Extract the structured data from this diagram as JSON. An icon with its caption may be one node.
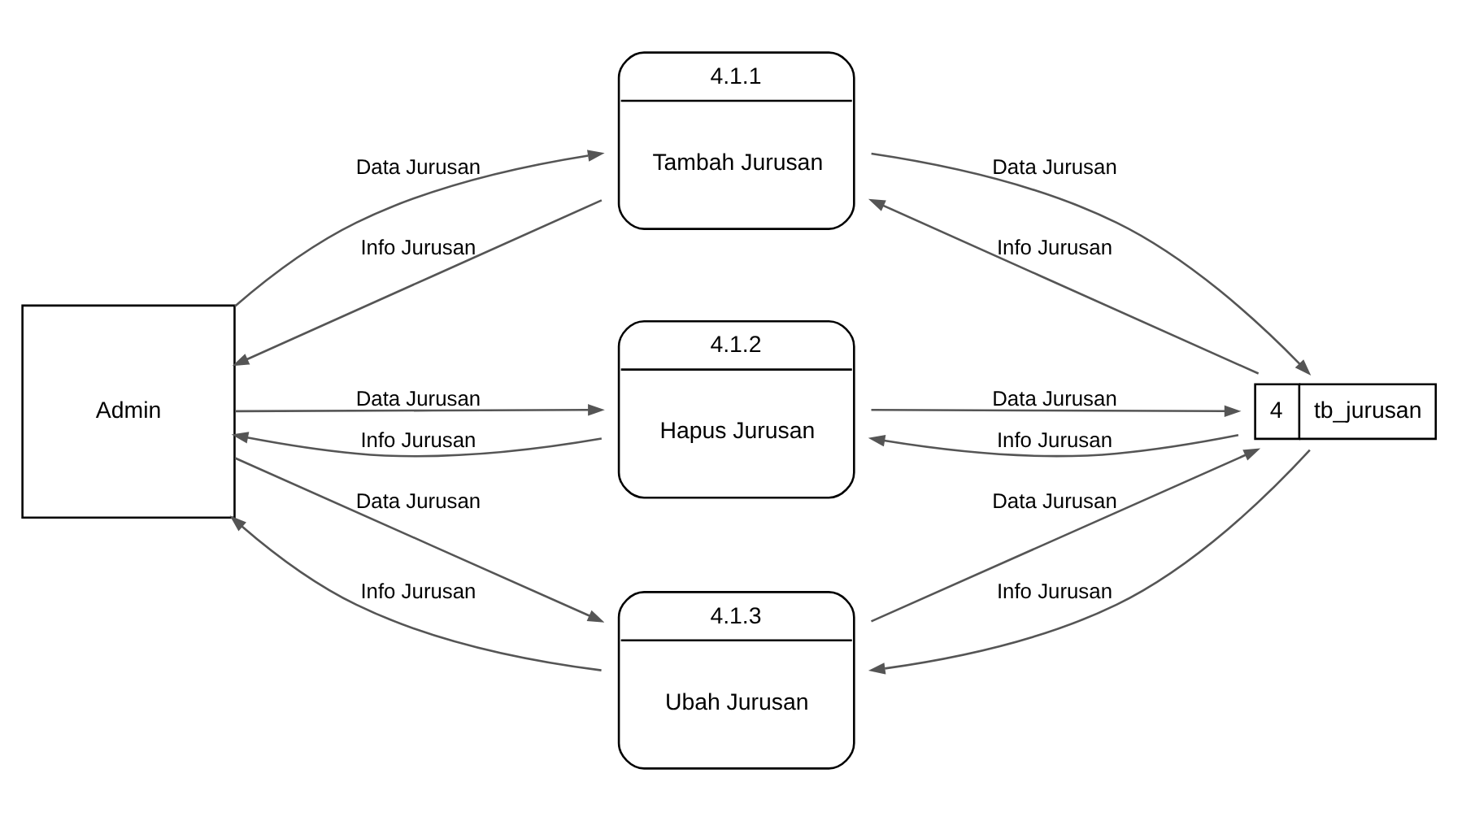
{
  "diagram": {
    "nodes": [
      {
        "text": [
          "Admin"
        ]
      },
      {
        "text": [
          "4.1.1",
          "Tambah Jurusan"
        ]
      },
      {
        "text": [
          "4.1.2",
          "Hapus Jurusan"
        ]
      },
      {
        "text": [
          "4.1.3",
          "Ubah Jurusan"
        ]
      },
      {
        "text": [
          "4",
          "tb_jurusan"
        ]
      }
    ],
    "edges": [
      {
        "from": 0,
        "to": 1,
        "arrow": "to",
        "label": "Data Jurusan"
      },
      {
        "from": 1,
        "to": 0,
        "arrow": "to",
        "label": "Info Jurusan"
      },
      {
        "from": 1,
        "to": 4,
        "arrow": "to",
        "label": "Data Jurusan"
      },
      {
        "from": 4,
        "to": 1,
        "arrow": "to",
        "label": "Info Jurusan"
      },
      {
        "from": 0,
        "to": 2,
        "arrow": "to",
        "label": "Data Jurusan"
      },
      {
        "from": 2,
        "to": 0,
        "arrow": "to",
        "label": "Info Jurusan"
      },
      {
        "from": 2,
        "to": 4,
        "arrow": "to",
        "label": "Data Jurusan"
      },
      {
        "from": 4,
        "to": 2,
        "arrow": "to",
        "label": "Info Jurusan"
      },
      {
        "from": 0,
        "to": 3,
        "arrow": "to",
        "label": "Data Jurusan"
      },
      {
        "from": 3,
        "to": 0,
        "arrow": "to",
        "label": "Info Jurusan"
      },
      {
        "from": 3,
        "to": 4,
        "arrow": "to",
        "label": "Data Jurusan"
      },
      {
        "from": 4,
        "to": 3,
        "arrow": "to",
        "label": "Info Jurusan"
      }
    ]
  }
}
